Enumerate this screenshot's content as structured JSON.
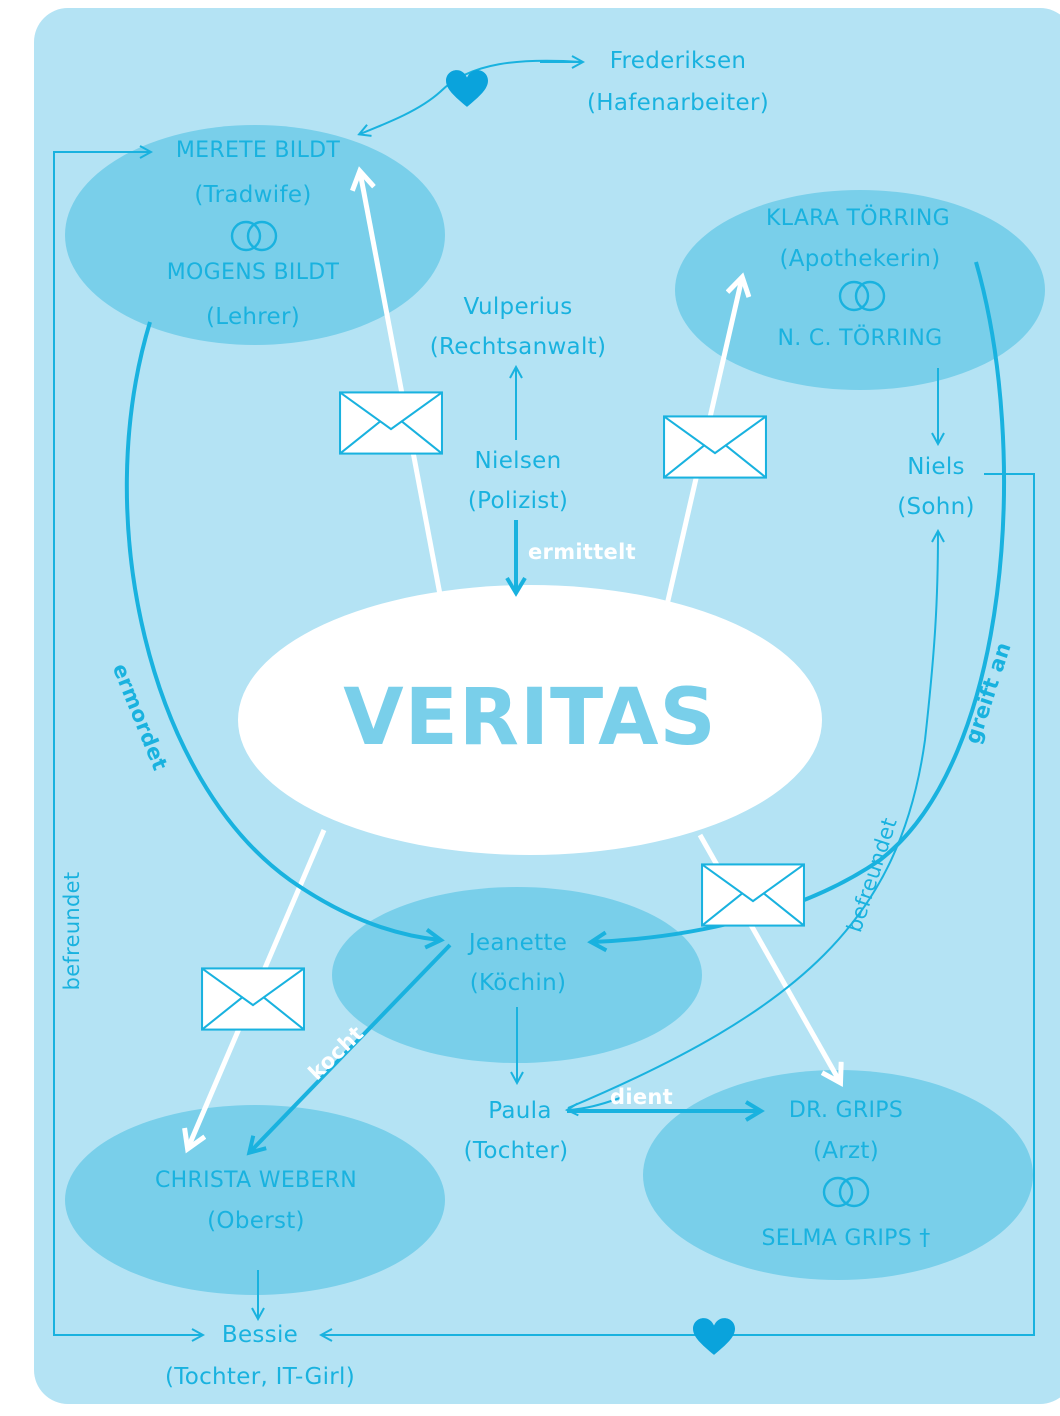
{
  "title": "VERITAS",
  "nodes": {
    "merete": "MERETE BILDT",
    "merete_role": "(Tradwife)",
    "mogens": "MOGENS BILDT",
    "mogens_role": "(Lehrer)",
    "frederiksen": "Frederiksen",
    "frederiksen_role": "(Hafenarbeiter)",
    "klara": "KLARA TÖRRING",
    "klara_role": "(Apothekerin)",
    "nc": "N. C. TÖRRING",
    "vulperius": "Vulperius",
    "vulperius_role": "(Rechtsanwalt)",
    "nielsen": "Nielsen",
    "nielsen_role": "(Polizist)",
    "niels": "Niels",
    "niels_role": "(Sohn)",
    "jeanette": "Jeanette",
    "jeanette_role": "(Köchin)",
    "paula": "Paula",
    "paula_role": "(Tochter)",
    "grips": "DR. GRIPS",
    "grips_role": "(Arzt)",
    "selma": "SELMA GRIPS †",
    "christa": "CHRISTA WEBERN",
    "christa_role": "(Oberst)",
    "bessie": "Bessie",
    "bessie_role": "(Tochter, IT-Girl)"
  },
  "edge_labels": {
    "ermittelt": "ermittelt",
    "ermordet": "ermordet",
    "greift_an": "greift an",
    "befreundet_right": "befreundet",
    "befreundet_left": "befreundet",
    "kocht": "kocht",
    "dient": "dient"
  },
  "colors": {
    "panel": "#b4e3f4",
    "bubble": "#79cfea",
    "accent": "#19b2df",
    "white": "#ffffff",
    "heart": "#0aa3dc"
  }
}
